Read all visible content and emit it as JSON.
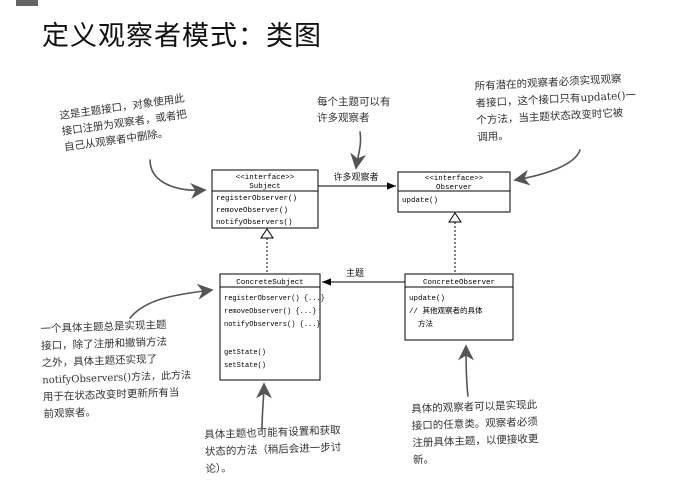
{
  "page": {
    "title": "定义观察者模式：类图"
  },
  "classes": {
    "subject": {
      "stereotype": "<<interface>>",
      "name": "Subject",
      "methods": [
        "registerObserver()",
        "removeObserver()",
        "notifyObservers()"
      ]
    },
    "observer": {
      "stereotype": "<<interface>>",
      "name": "Observer",
      "methods": [
        "update()"
      ]
    },
    "concrete_subject": {
      "name": "ConcreteSubject",
      "methods": [
        "registerObserver() {...}",
        "removeObserver() {...}",
        "notifyObservers() {...}",
        "getState()",
        "setState()"
      ]
    },
    "concrete_observer": {
      "name": "ConcreteObserver",
      "methods": [
        "update()",
        "// 其他观察者的具体",
        "方法"
      ]
    }
  },
  "relations": {
    "many_observers": "许多观察者",
    "subject_ref": "主题"
  },
  "notes": {
    "subject_interface": [
      "这是主题接口，对象使用此",
      "接口注册为观察者，或者把",
      "自己从观察者中删除。"
    ],
    "many": [
      "每个主题可以有",
      "许多观察者"
    ],
    "observer_interface": [
      "所有潜在的观察者必须实现观察",
      "者接口，这个接口只有update()一",
      "个方法，当主题状态改变时它被",
      "调用。"
    ],
    "concrete_subject": [
      "一个具体主题总是实现主题",
      "接口，除了注册和撤销方法",
      "之外，具体主题还实现了",
      "notifyObservers()方法，此方法",
      "用于在状态改变时更新所有当",
      "前观察者。"
    ],
    "state_methods": [
      "具体主题也可能有设置和获取",
      "状态的方法（稍后会进一步讨",
      "论）。"
    ],
    "concrete_observer": [
      "具体的观察者可以是实现此",
      "接口的任意类。观察者必须",
      "注册具体主题，以便接收更",
      "新。"
    ]
  }
}
